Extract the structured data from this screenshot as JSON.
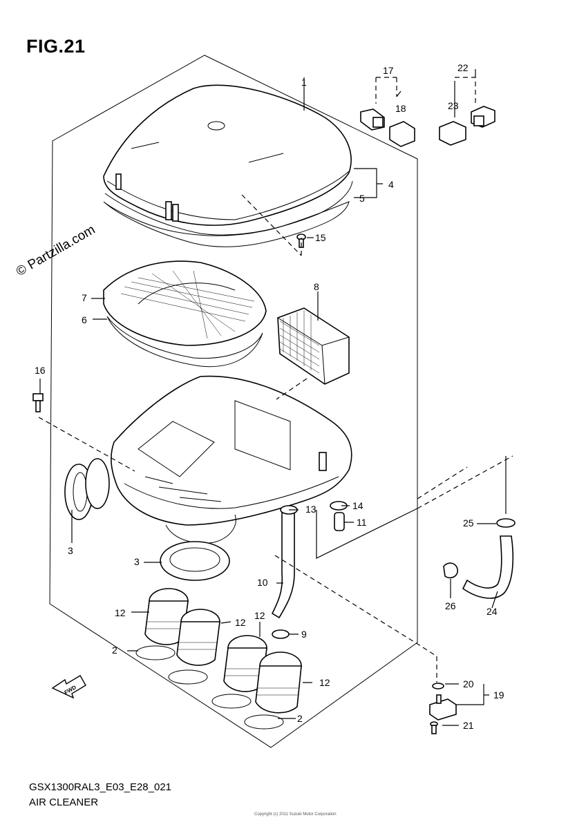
{
  "figure": {
    "title": "FIG.21"
  },
  "watermark": "© Partzilla.com",
  "footer": {
    "code": "GSX1300RAL3_E03_E28_021",
    "name": "AIR CLEANER",
    "note": "Copyright (c) 2011 Suzuki Motor Corporation"
  },
  "fwd_label": "FWD",
  "callouts": [
    {
      "id": "c1",
      "label": "1"
    },
    {
      "id": "c2a",
      "label": "2"
    },
    {
      "id": "c2b",
      "label": "2"
    },
    {
      "id": "c3a",
      "label": "3"
    },
    {
      "id": "c3b",
      "label": "3"
    },
    {
      "id": "c4",
      "label": "4"
    },
    {
      "id": "c5",
      "label": "5"
    },
    {
      "id": "c6",
      "label": "6"
    },
    {
      "id": "c7",
      "label": "7"
    },
    {
      "id": "c8",
      "label": "8"
    },
    {
      "id": "c9",
      "label": "9"
    },
    {
      "id": "c10",
      "label": "10"
    },
    {
      "id": "c11",
      "label": "11"
    },
    {
      "id": "c12a",
      "label": "12"
    },
    {
      "id": "c12b",
      "label": "12"
    },
    {
      "id": "c12c",
      "label": "12"
    },
    {
      "id": "c12d",
      "label": "12"
    },
    {
      "id": "c13",
      "label": "13"
    },
    {
      "id": "c14",
      "label": "14"
    },
    {
      "id": "c15",
      "label": "15"
    },
    {
      "id": "c16",
      "label": "16"
    },
    {
      "id": "c17",
      "label": "17"
    },
    {
      "id": "c18",
      "label": "18"
    },
    {
      "id": "c19",
      "label": "19"
    },
    {
      "id": "c20",
      "label": "20"
    },
    {
      "id": "c21",
      "label": "21"
    },
    {
      "id": "c22",
      "label": "22"
    },
    {
      "id": "c23",
      "label": "23"
    },
    {
      "id": "c24",
      "label": "24"
    },
    {
      "id": "c25",
      "label": "25"
    },
    {
      "id": "c26",
      "label": "26"
    }
  ]
}
